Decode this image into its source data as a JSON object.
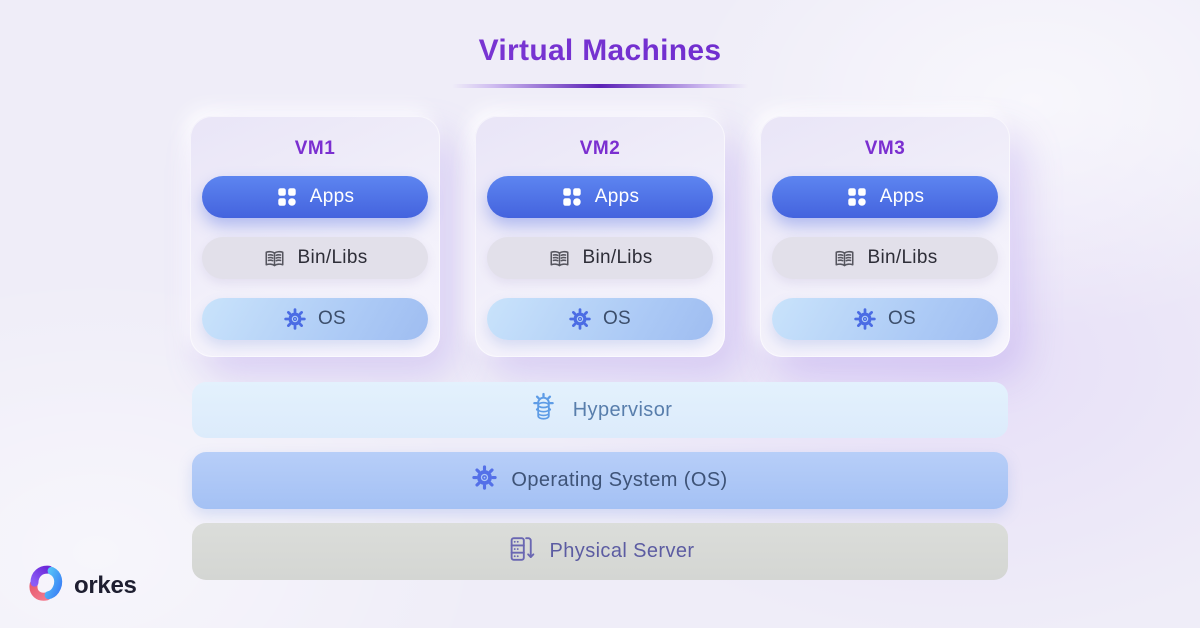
{
  "title": "Virtual Machines",
  "vms": [
    {
      "name": "VM1",
      "layers": [
        {
          "label": "Apps"
        },
        {
          "label": "Bin/Libs"
        },
        {
          "label": "OS"
        }
      ]
    },
    {
      "name": "VM2",
      "layers": [
        {
          "label": "Apps"
        },
        {
          "label": "Bin/Libs"
        },
        {
          "label": "OS"
        }
      ]
    },
    {
      "name": "VM3",
      "layers": [
        {
          "label": "Apps"
        },
        {
          "label": "Bin/Libs"
        },
        {
          "label": "OS"
        }
      ]
    }
  ],
  "stack": [
    {
      "label": "Hypervisor",
      "icon": "gear-database-icon"
    },
    {
      "label": "Operating System (OS)",
      "icon": "gear-icon"
    },
    {
      "label": "Physical Server",
      "icon": "server-down-arrow-icon"
    }
  ],
  "brand": {
    "name": "orkes",
    "icon": "orkes-logo"
  },
  "icons": {
    "apps": "apps-grid-icon",
    "bin_libs": "open-book-icon",
    "os": "gear-icon"
  },
  "colors": {
    "title": "#6f2bd1",
    "vm_label": "#7b2fd0",
    "apps_pill": "#4c70e6",
    "bin_pill": "#e2e0ea",
    "os_pill": "#aac8f5",
    "hypervisor_bar": "#e0effc",
    "hypervisor_text": "#587eac",
    "hypervisor_icon": "#5e9ce6",
    "os_bar": "#aec9f6",
    "physical_bar": "#d9dbd8",
    "physical_text": "#5c5ca2",
    "background": "#efedf8",
    "brand_text": "#1e1e30"
  }
}
